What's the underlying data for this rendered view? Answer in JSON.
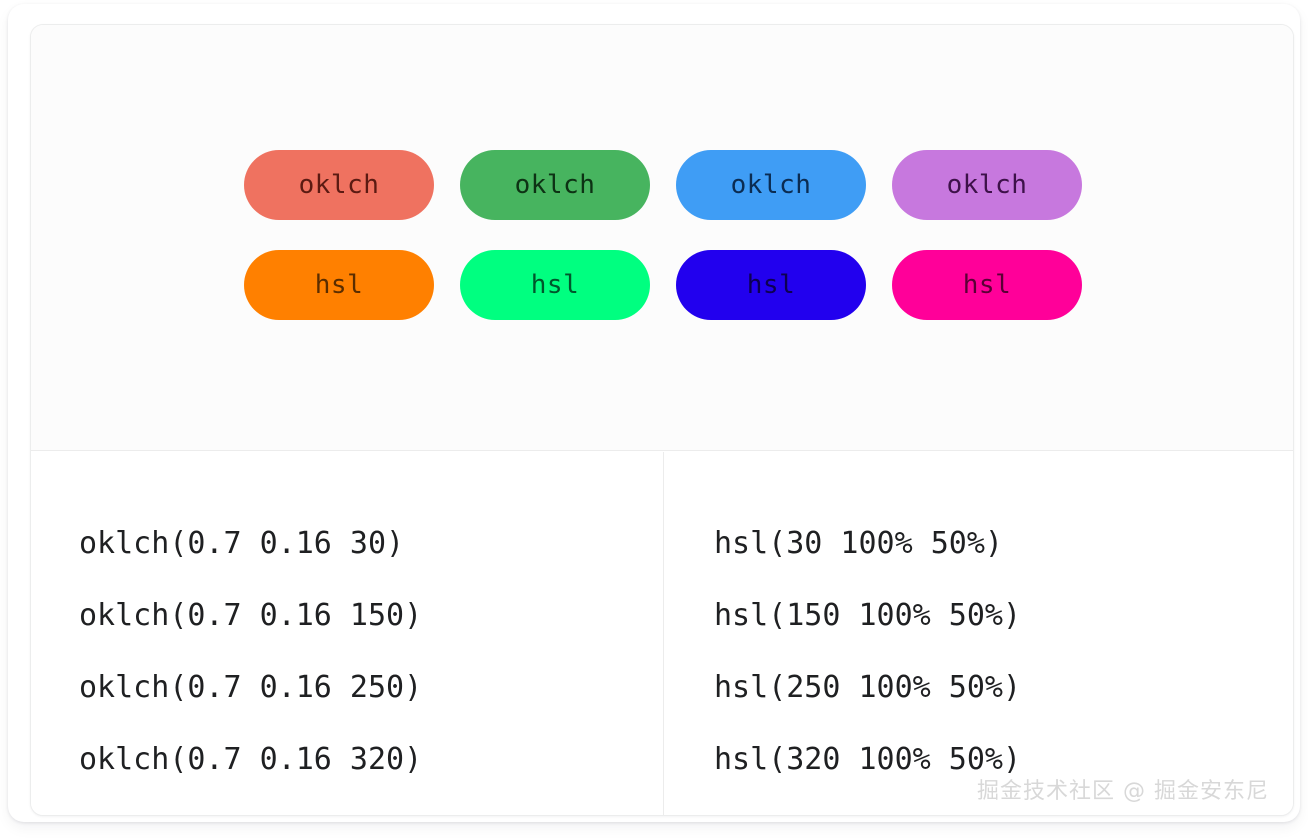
{
  "page": {
    "watermark": "掘金技术社区 @ 掘金安东尼"
  },
  "preview": {
    "pills": [
      {
        "label": "oklch",
        "bg": "#ef7260",
        "fg": "#5b1a12",
        "notation": "oklch",
        "hue": 30
      },
      {
        "label": "oklch",
        "bg": "#47b45f",
        "fg": "#0d3214",
        "notation": "oklch",
        "hue": 150
      },
      {
        "label": "oklch",
        "bg": "#3f9df5",
        "fg": "#0b2c52",
        "notation": "oklch",
        "hue": 250
      },
      {
        "label": "oklch",
        "bg": "#c778de",
        "fg": "#3d1149",
        "notation": "oklch",
        "hue": 320
      },
      {
        "label": "hsl",
        "bg": "#ff8000",
        "fg": "#5a2d00",
        "notation": "hsl",
        "hue": 30
      },
      {
        "label": "hsl",
        "bg": "#00ff80",
        "fg": "#00562b",
        "notation": "hsl",
        "hue": 150
      },
      {
        "label": "hsl",
        "bg": "#2200ee",
        "fg": "#0d0052",
        "notation": "hsl",
        "hue": 250
      },
      {
        "label": "hsl",
        "bg": "#ff0099",
        "fg": "#590035",
        "notation": "hsl",
        "hue": 320
      }
    ]
  },
  "code": {
    "columns": [
      {
        "name": "oklch-column",
        "lines": [
          "oklch(0.7 0.16 30)",
          "oklch(0.7 0.16 150)",
          "oklch(0.7 0.16 250)",
          "oklch(0.7 0.16 320)"
        ]
      },
      {
        "name": "hsl-column",
        "lines": [
          "hsl(30 100% 50%)",
          "hsl(150 100% 50%)",
          "hsl(250 100% 50%)",
          "hsl(320 100% 50%)"
        ]
      }
    ]
  }
}
